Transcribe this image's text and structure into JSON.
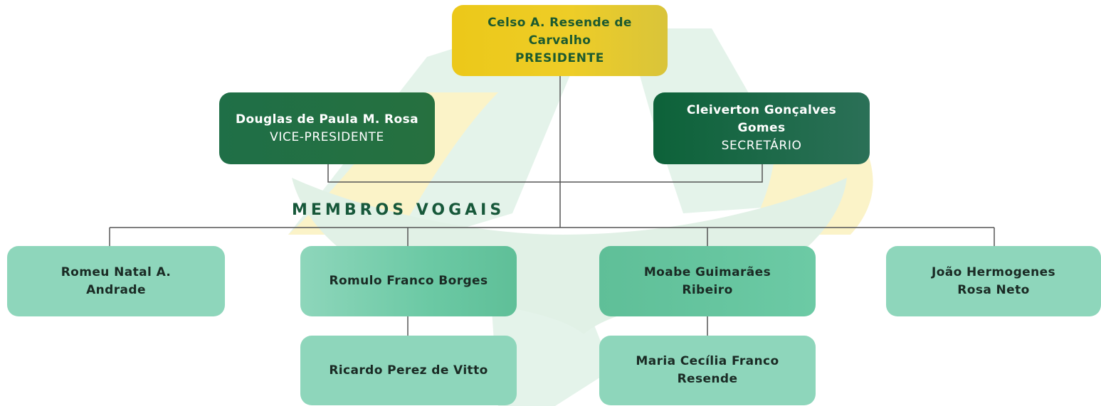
{
  "president": {
    "name": "Celso A. Resende de Carvalho",
    "role": "PRESIDENTE"
  },
  "vice_president": {
    "name": "Douglas de Paula M. Rosa",
    "role": "VICE-PRESIDENTE"
  },
  "secretary": {
    "name": "Cleiverton Gonçalves Gomes",
    "role": "SECRETÁRIO"
  },
  "section_title": "MEMBROS VOGAIS",
  "members": [
    "Romeu Natal A. Andrade",
    "Romulo Franco Borges",
    "Moabe Guimarães Ribeiro",
    "João Hermogenes Rosa Neto",
    "Ricardo Perez de Vitto",
    "Maria Cecília Franco Resende"
  ],
  "colors": {
    "president_fill": "#ecc819",
    "officer_fill": "#1f6f47",
    "member_fill": "#8ed6bb",
    "title_text": "#17583a",
    "connector": "#555555"
  }
}
